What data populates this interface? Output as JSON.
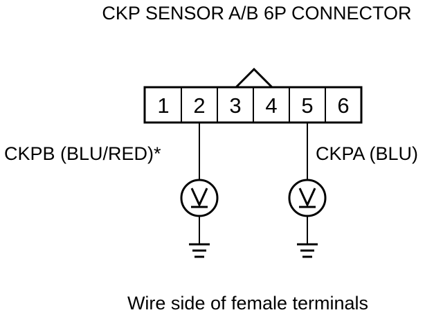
{
  "title": "CKP SENSOR A/B 6P CONNECTOR",
  "connector": {
    "pins": [
      "1",
      "2",
      "3",
      "4",
      "5",
      "6"
    ]
  },
  "probes": {
    "left_label": "CKPB (BLU/RED)*",
    "right_label": "CKPA (BLU)"
  },
  "caption": "Wire side of female terminals",
  "colors": {
    "line": "#000000",
    "background": "#ffffff"
  },
  "icons": [
    "voltmeter-icon",
    "ground-icon"
  ]
}
